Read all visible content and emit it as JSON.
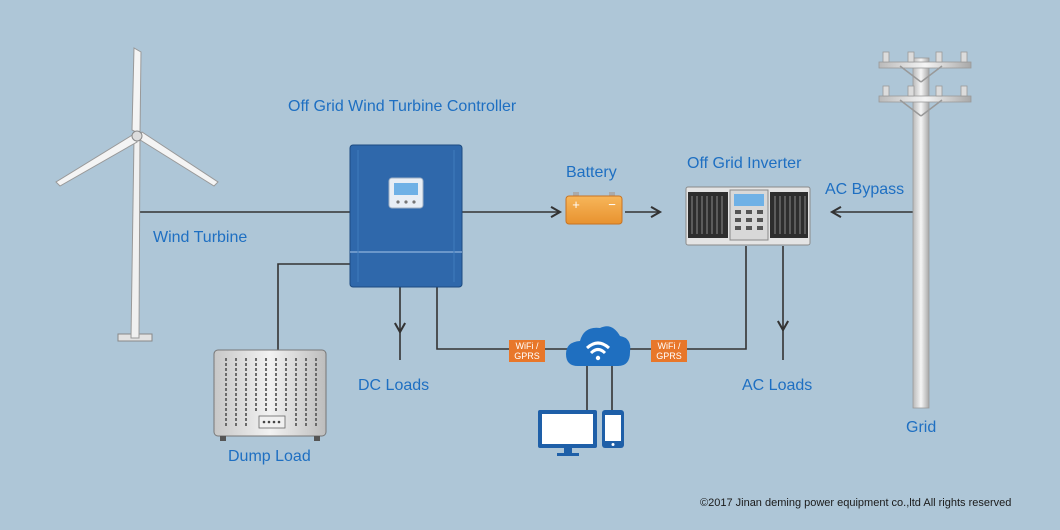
{
  "labels": {
    "controller": "Off Grid Wind Turbine Controller",
    "wind_turbine": "Wind Turbine",
    "battery": "Battery",
    "inverter": "Off Grid Inverter",
    "ac_bypass": "AC Bypass",
    "dc_loads": "DC Loads",
    "ac_loads": "AC Loads",
    "dump_load": "Dump Load",
    "grid": "Grid"
  },
  "wifi_tags": [
    {
      "line1": "WiFi /",
      "line2": "GPRS"
    },
    {
      "line1": "WiFi /",
      "line2": "GPRS"
    }
  ],
  "battery_signs": {
    "plus": "+",
    "minus": "−"
  },
  "copyright": "©2017 Jinan deming power equipment co.,ltd All rights reserved",
  "colors": {
    "background": "#aec6d7",
    "label_text": "#1e6fc2",
    "controller_blue": "#2f68ab",
    "battery_orange": "#f2a545",
    "wifi_tag": "#e8772a",
    "cloud_blue": "#1f6fc0",
    "wire": "#333333"
  },
  "icons": [
    "wind-turbine-icon",
    "controller-icon",
    "battery-icon",
    "inverter-icon",
    "utility-pole-icon",
    "dump-load-icon",
    "cloud-wifi-icon",
    "monitor-icon",
    "phone-icon"
  ]
}
